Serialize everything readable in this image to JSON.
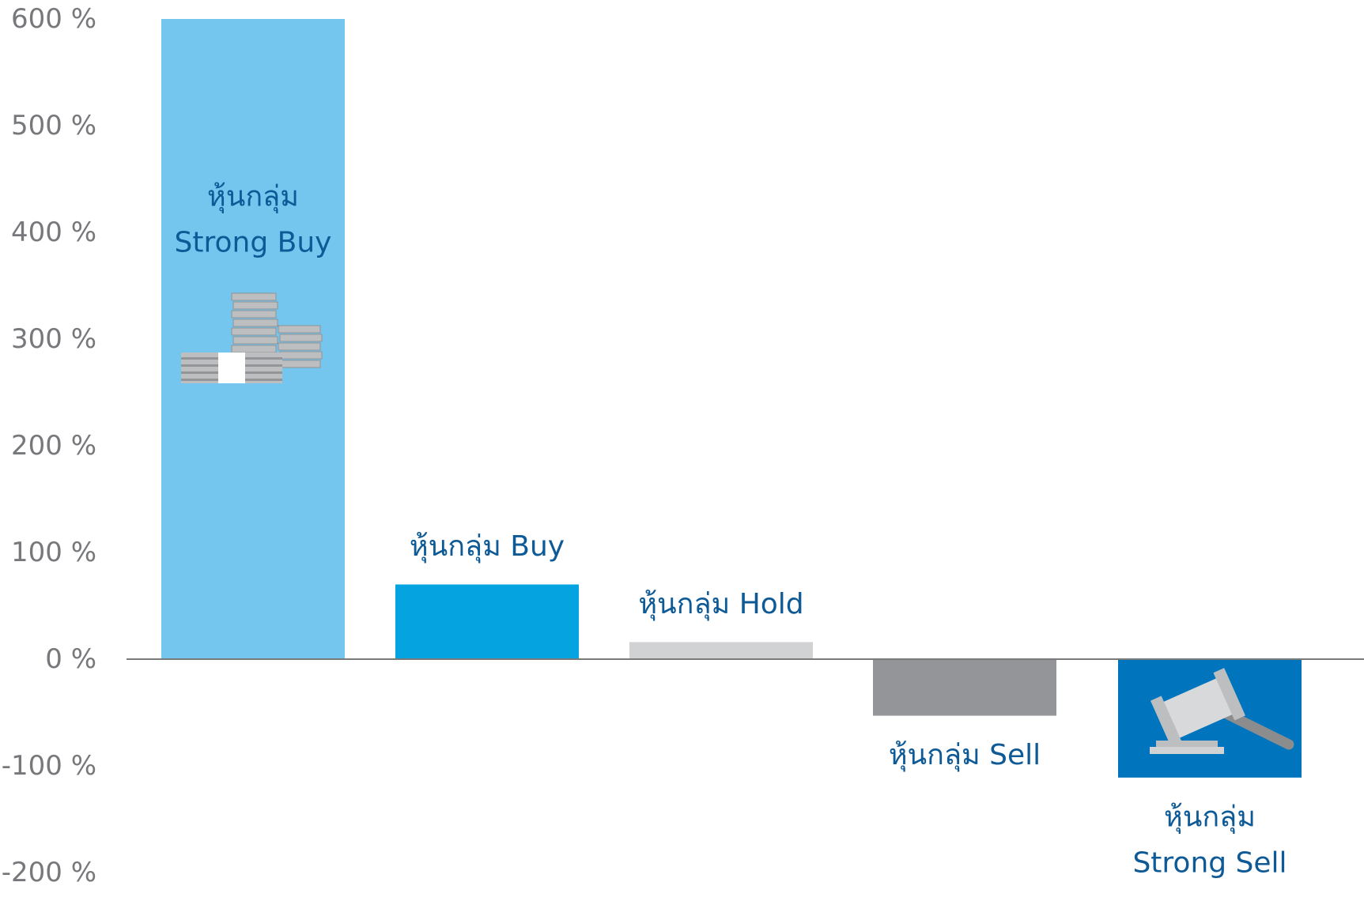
{
  "chart_data": {
    "type": "bar",
    "title": "",
    "xlabel": "",
    "ylabel": "",
    "ylim": [
      -200,
      600
    ],
    "yticks": [
      600,
      500,
      400,
      300,
      200,
      100,
      0,
      -100,
      -200
    ],
    "ytick_labels": [
      "600 %",
      "500 %",
      "400 %",
      "300 %",
      "200 %",
      "100 %",
      "0 %",
      "-100 %",
      "-200 %"
    ],
    "grid": false,
    "legend": "none",
    "categories": [
      [
        "หุ้นกลุ่ม",
        "Strong Buy"
      ],
      [
        "หุ้นกลุ่ม Buy"
      ],
      [
        "หุ้นกลุ่ม Hold"
      ],
      [
        "หุ้นกลุ่ม Sell"
      ],
      [
        "หุ้นกลุ่ม",
        "Strong Sell"
      ]
    ],
    "values": [
      600,
      70,
      16,
      -53,
      -111
    ],
    "colors": [
      "#74c6ef",
      "#05a3e0",
      "#d1d2d4",
      "#939598",
      "#0075bd"
    ],
    "label_placement": [
      "inside",
      "above",
      "above",
      "below",
      "below"
    ],
    "icons": [
      "money-stacks-icon",
      "",
      "",
      "",
      "gavel-icon"
    ]
  }
}
